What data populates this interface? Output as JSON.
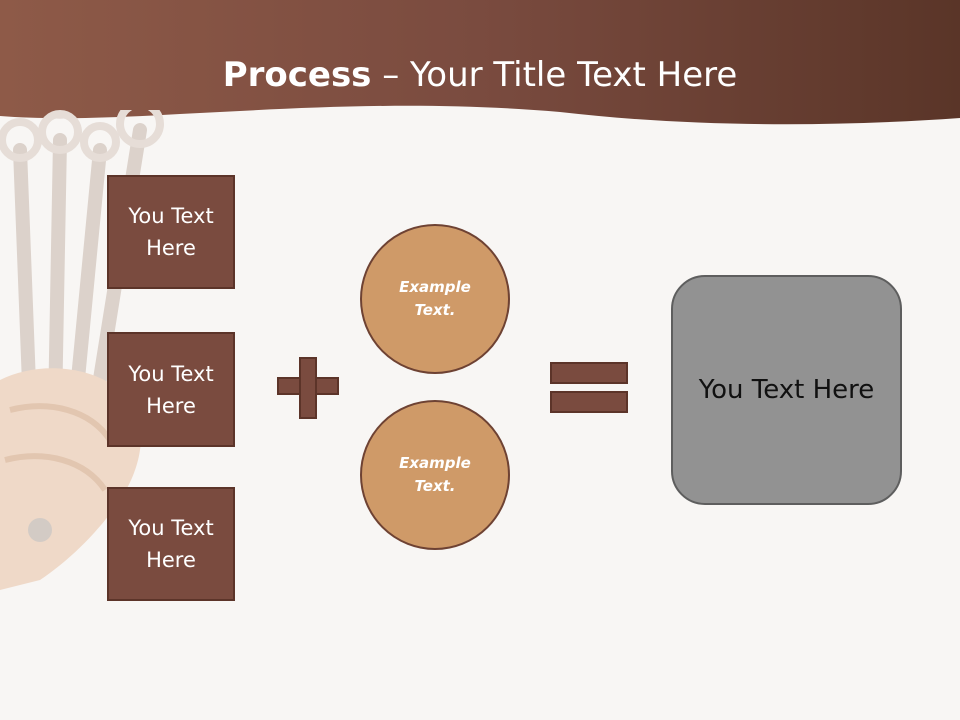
{
  "slide": {
    "title_bold": "Process",
    "title_rest": " – Your Title Text Here",
    "left_boxes": [
      {
        "text": "You Text\nHere"
      },
      {
        "text": "You Text\nHere"
      },
      {
        "text": "You Text\nHere"
      }
    ],
    "circles": [
      {
        "text": "Example\nText."
      },
      {
        "text": "Example\nText."
      }
    ],
    "result_text": "You Text Here"
  },
  "colors": {
    "header": "#7a4b3f",
    "box_fill": "#7a4b3f",
    "circle_fill": "#cf9a68",
    "result_fill": "#929292",
    "background": "#f8f6f4"
  },
  "icons": {
    "background_art": "wrenches-gloved-hand-icon",
    "plus": "plus-icon",
    "equals": "equals-icon"
  }
}
